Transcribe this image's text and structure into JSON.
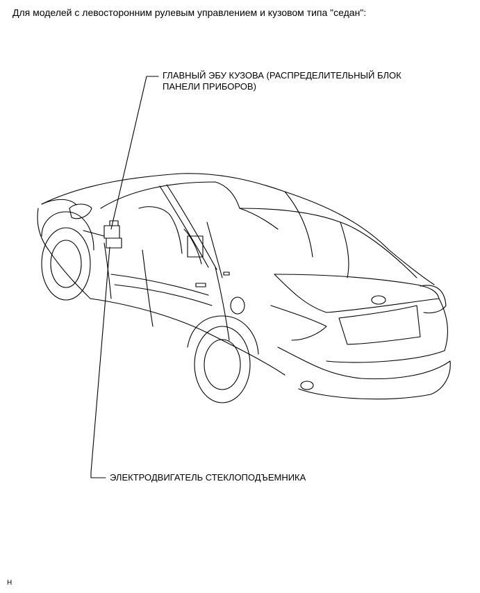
{
  "header": {
    "caption": "Для моделей с левосторонним рулевым управлением и кузовом типа \"седан\":"
  },
  "callouts": {
    "ecu": {
      "line1": "ГЛАВНЫЙ ЭБУ КУЗОВА (РАСПРЕДЕЛИТЕЛЬНЫЙ БЛОК",
      "line2": "ПАНЕЛИ ПРИБОРОВ)"
    },
    "motor": {
      "text": "ЭЛЕКТРОДВИГАТЕЛЬ СТЕКЛОПОДЪЕМНИКА"
    }
  },
  "footer": {
    "code": "H"
  }
}
